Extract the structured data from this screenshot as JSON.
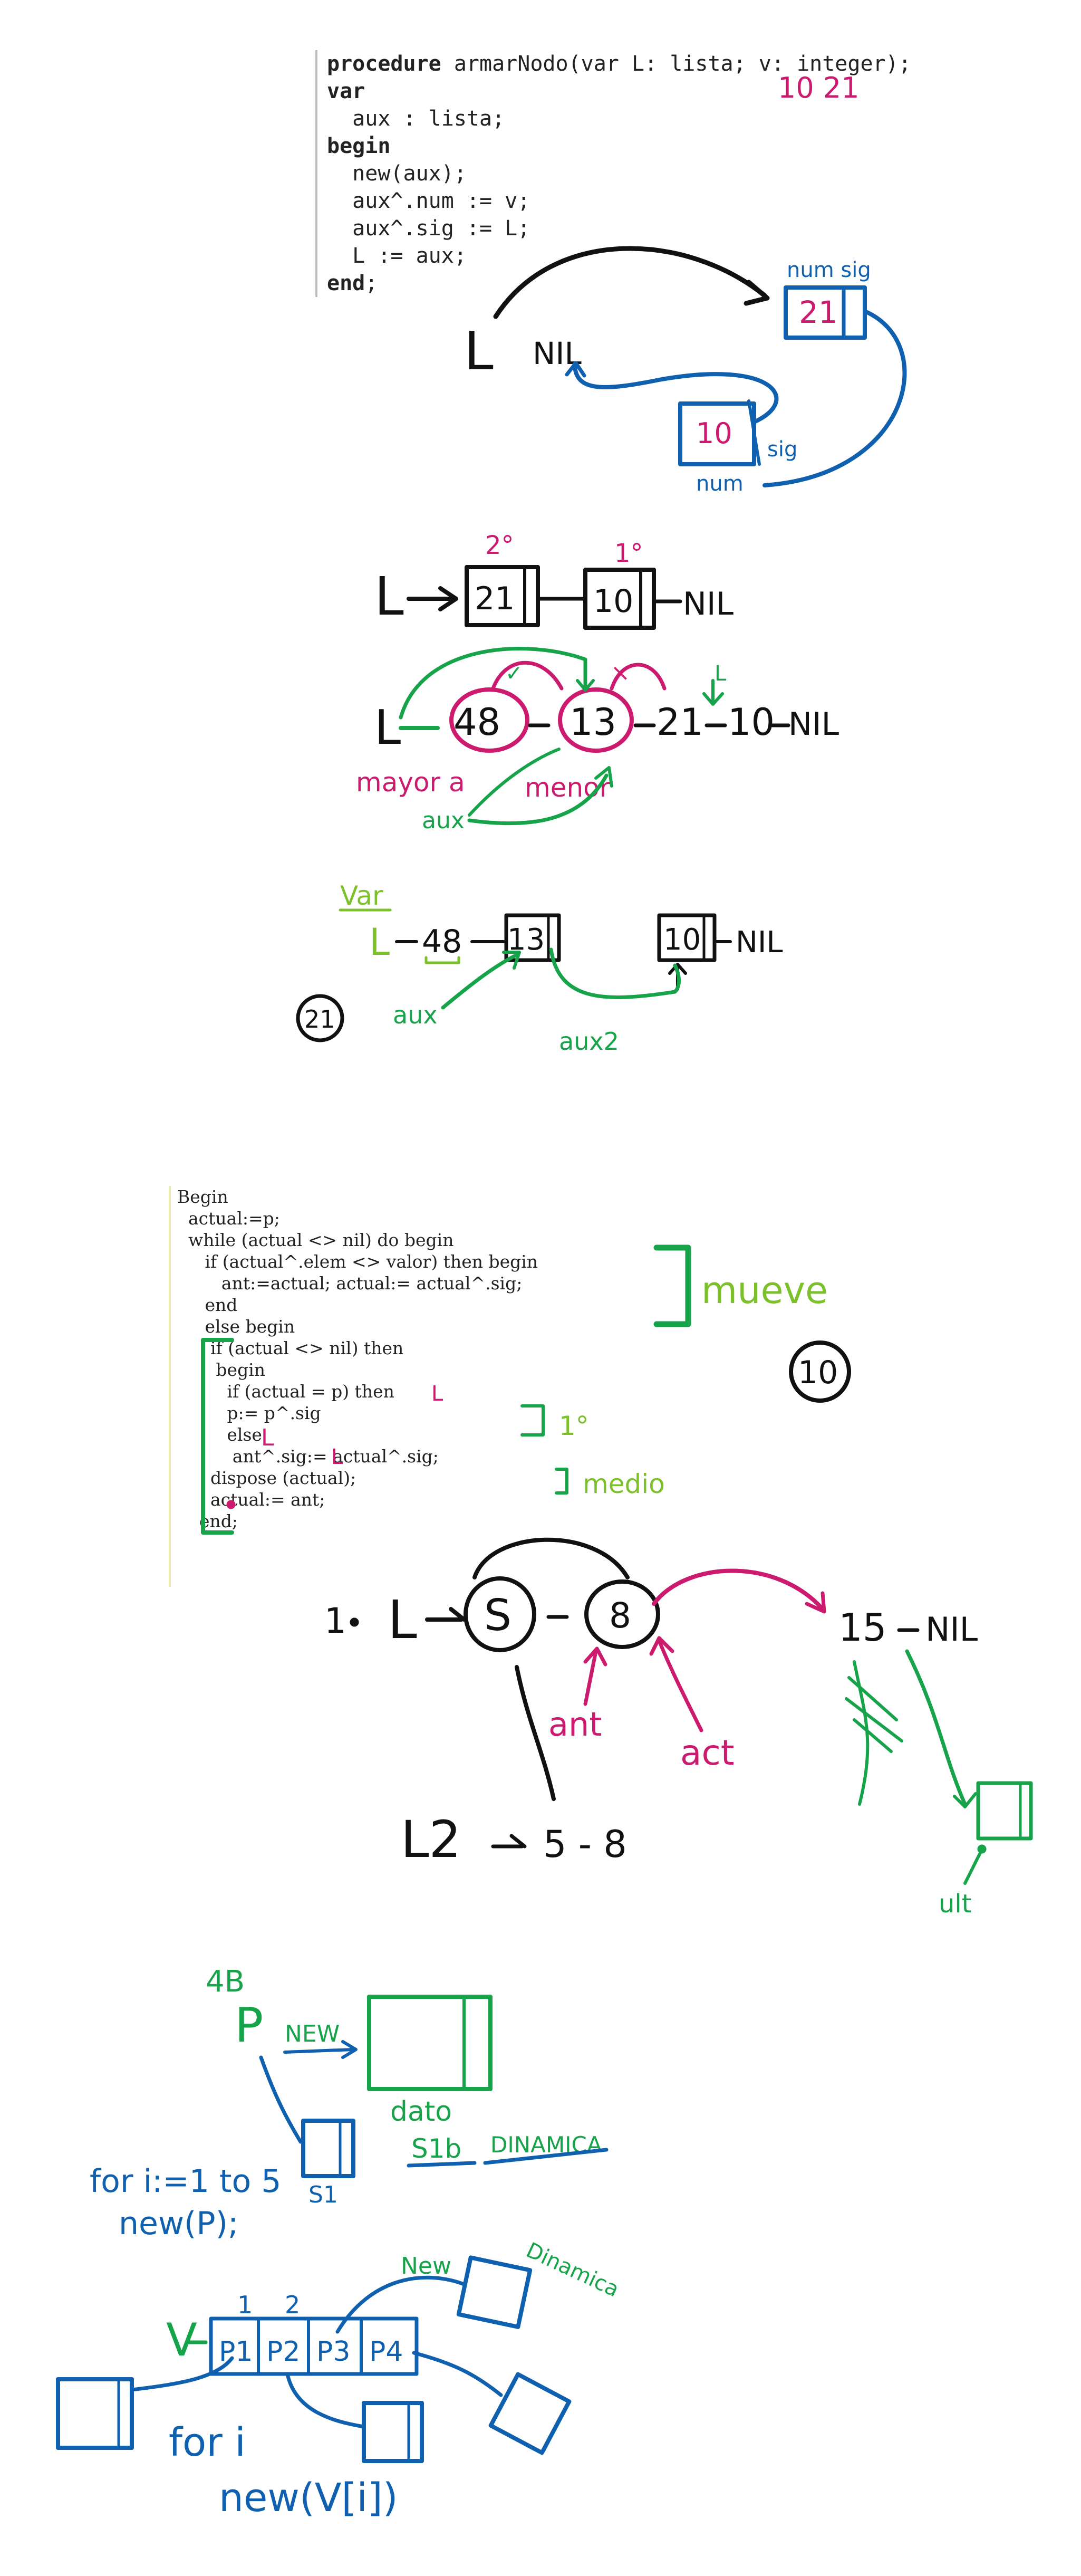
{
  "code_block_1": {
    "lines": [
      "procedure armarNodo(var L: lista; v: integer);",
      "var",
      "  aux : lista;",
      "begin",
      "  new(aux);",
      "  aux^.num := v;",
      "  aux^.sig := L;",
      "  L := aux;",
      "end;"
    ]
  },
  "code_block_2": {
    "lines": [
      "Begin",
      "  actual:=p;",
      "  while (actual <> nil) do begin",
      "     if (actual^.elem <> valor) then begin",
      "        ant:=actual; actual:= actual^.sig;",
      "     end",
      "     else begin",
      "",
      "      if (actual <> nil) then",
      "       begin",
      "         if (actual = p) then",
      "         p:= p^.sig",
      "         else",
      "          ant^.sig:= actual^.sig;",
      "      dispose (actual);",
      "      actual:= ant;",
      "    end;"
    ]
  },
  "annotations": {
    "s1": {
      "order": "10 21",
      "num_sig": "num sig",
      "node21": "21",
      "L": "L",
      "nil": "NIL",
      "node10": "10",
      "sig": "sig",
      "num": "num"
    },
    "s2": {
      "L": "L",
      "label_2": "2°",
      "label_1": "1°",
      "node21": "21",
      "node10": "10",
      "nil": "NIL"
    },
    "s3": {
      "L": "L",
      "n48": "48",
      "n13": "13",
      "n21": "21",
      "n10": "10",
      "nil": "NIL",
      "check": "✓",
      "cross": "×",
      "Lsmall": "L",
      "mayor": "mayor a",
      "menor": "menor",
      "aux": "aux"
    },
    "s4": {
      "var": "Var",
      "L": "L",
      "n48": "48",
      "n13": "13",
      "n10": "10",
      "nil": "NIL",
      "aux": "aux",
      "aux2": "aux2",
      "circle": "21"
    },
    "s5": {
      "mueve": "mueve",
      "circle": "10",
      "uno": "1°",
      "medio": "medio",
      "Lmark": "L",
      "Lmark2": "L",
      "Lmark3": "L"
    },
    "s6": {
      "one": "1",
      "L": "L",
      "S": "S",
      "eight": "8",
      "fifteen": "15",
      "nil": "NIL",
      "ant": "ant",
      "act": "act",
      "L2": "L2",
      "seq": "5 - 8",
      "ult": "ult"
    },
    "s7": {
      "bytes": "4B",
      "P": "P",
      "new": "NEW",
      "dato": "dato",
      "dinamica": "DINAMICA",
      "sb": "S1b",
      "s1": "S1",
      "for": "for i:=1 to 5",
      "newp": "new(P);"
    },
    "s8": {
      "V": "V",
      "idx1": "1",
      "idx2": "2",
      "p1": "P1",
      "p2": "P2",
      "p3": "P3",
      "p4": "P4",
      "new": "New",
      "dinamica": "Dinamica",
      "fori": "for i",
      "newv": "new(V[i])"
    }
  },
  "colors": {
    "black": "#111111",
    "magenta": "#cc1a6f",
    "blue": "#1060b0",
    "green": "#17a34a",
    "lime": "#7cc02a"
  }
}
